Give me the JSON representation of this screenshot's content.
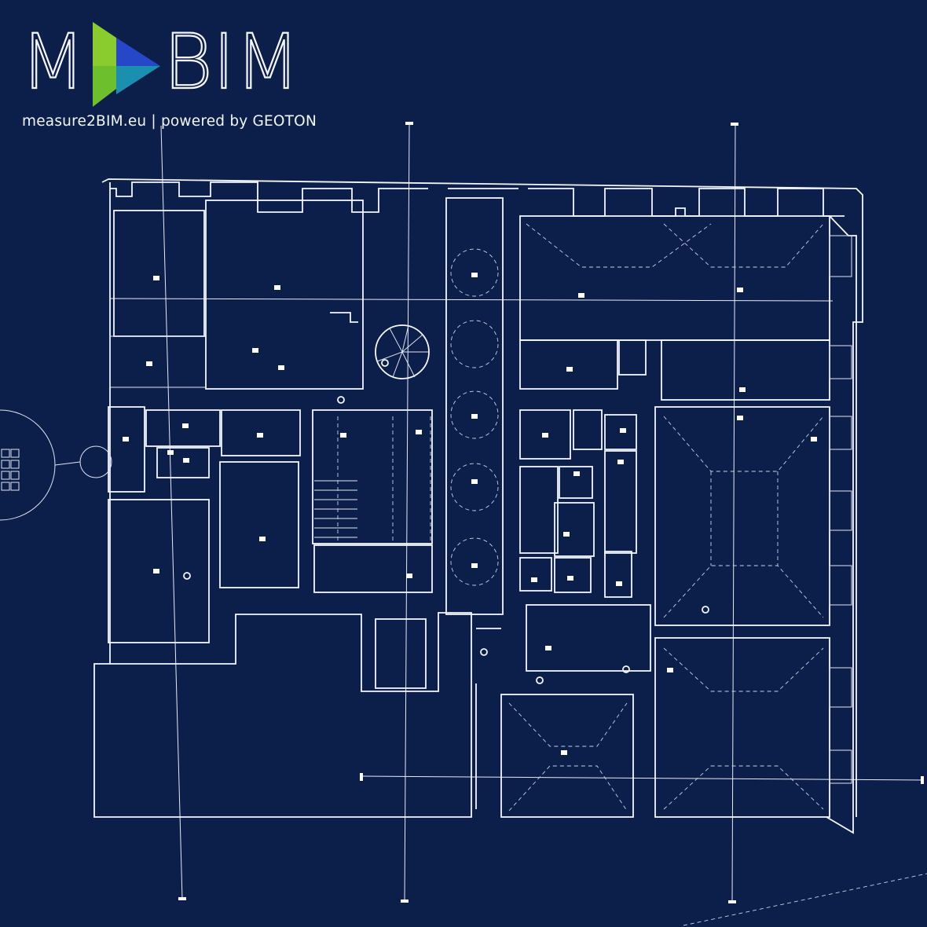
{
  "brand": {
    "logo_left": "M",
    "logo_right": "BIM",
    "tagline": "measure2BIM.eu | powered by GEOTON",
    "colors": {
      "background": "#0c1f4a",
      "line": "#f4f6fb",
      "logo_green": "#6dbf2e",
      "logo_blue": "#2747c9",
      "logo_teal": "#1a8fb0"
    }
  },
  "drawing": {
    "type": "architectural-floor-plan",
    "icon": "floor-plan-icon"
  }
}
